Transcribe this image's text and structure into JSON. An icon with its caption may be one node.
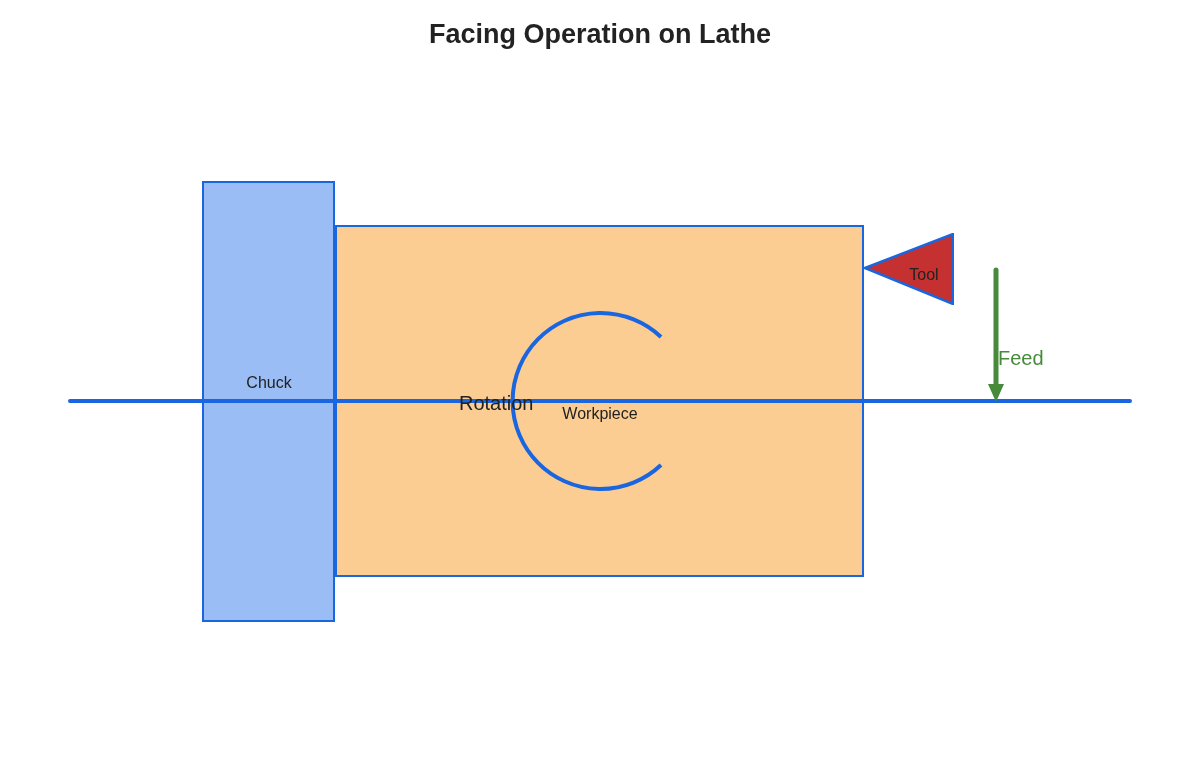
{
  "diagram": {
    "title": "Facing Operation on Lathe",
    "nodes": [
      {
        "text": [
          "Chuck"
        ]
      },
      {
        "text": [
          "Workpiece"
        ]
      },
      {
        "text": [
          "Tool"
        ]
      }
    ],
    "labels": [
      "Rotation",
      "Feed"
    ]
  }
}
